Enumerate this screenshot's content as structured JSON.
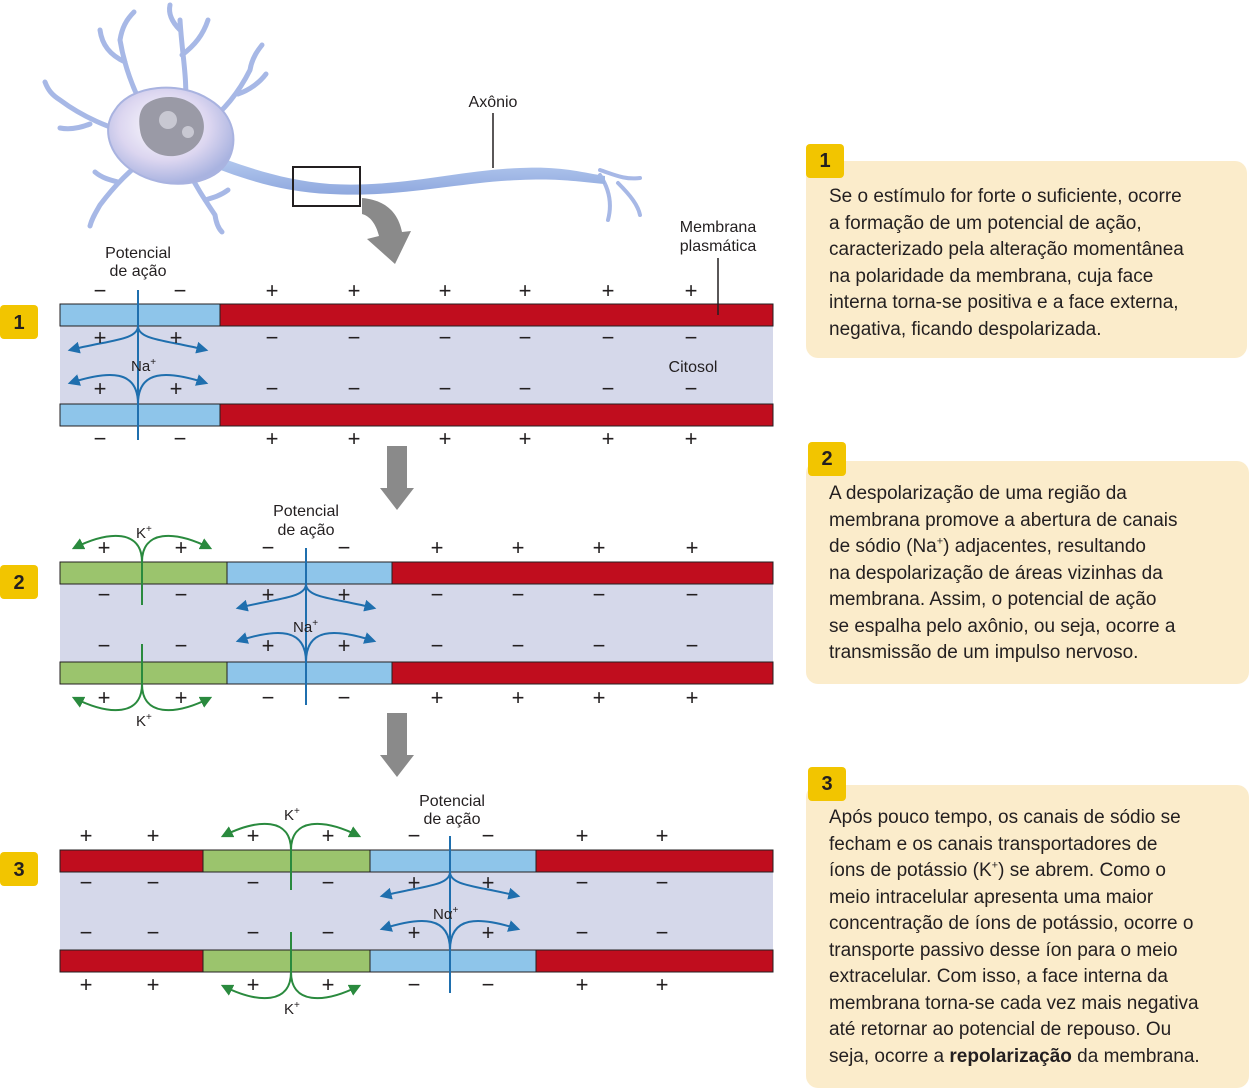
{
  "labels": {
    "axon": "Axônio",
    "membrane_line1": "Membrana",
    "membrane_line2": "plasmática",
    "cytosol": "Citosol",
    "ap_line1": "Potencial",
    "ap_line2": "de ação"
  },
  "symbols": {
    "plus": "+",
    "minus": "−"
  },
  "ions": {
    "na_base": "Na",
    "na_alt_base": "Nα",
    "k_base": "K",
    "charge": "+"
  },
  "steps": [
    {
      "number": "1",
      "lines": [
        "Se o estímulo for forte o suficiente, ocorre",
        "a formação de um potencial de ação,",
        "caracterizado pela alteração momentânea",
        "na polaridade da membrana, cuja face",
        "interna torna-se positiva e a face externa,",
        "negativa, ficando despolarizada."
      ]
    },
    {
      "number": "2",
      "lines": [
        "A despolarização de uma região da",
        "membrana promove a abertura de canais",
        {
          "pre": "de sódio (Na",
          "sup": "+",
          "post": ") adjacentes, resultando"
        },
        "na despolarização de áreas vizinhas da",
        "membrana. Assim, o potencial de ação",
        "se espalha pelo axônio, ou seja, ocorre a",
        "transmissão de um impulso nervoso."
      ]
    },
    {
      "number": "3",
      "lines": [
        "Após pouco tempo, os canais de sódio se",
        "fecham e os canais transportadores de",
        {
          "pre": "íons de potássio (K",
          "sup": "+",
          "post": ") se abrem. Como o"
        },
        "meio intracelular apresenta uma maior",
        "concentração de íons de potássio, ocorre o",
        "transporte passivo desse íon para o meio",
        "extracelular. Com isso, a face interna da",
        "membrana torna-se cada vez mais negativa",
        "até retornar ao potencial de repouso. Ou",
        {
          "pre": "seja, ocorre a ",
          "bold": "repolarização",
          "post": " da membrana."
        }
      ]
    }
  ],
  "colors": {
    "resting_membrane": "#c00d1e",
    "depolarized_membrane": "#8ec5ea",
    "repolarizing_membrane": "#9bc46d",
    "cytosol": "#d5d8ea",
    "sodium_arrow": "#1f6fae",
    "potassium_arrow": "#2a8a3e",
    "badge": "#f2c500",
    "panel": "#fbeccb",
    "flow_arrow": "#8a8a8a"
  }
}
